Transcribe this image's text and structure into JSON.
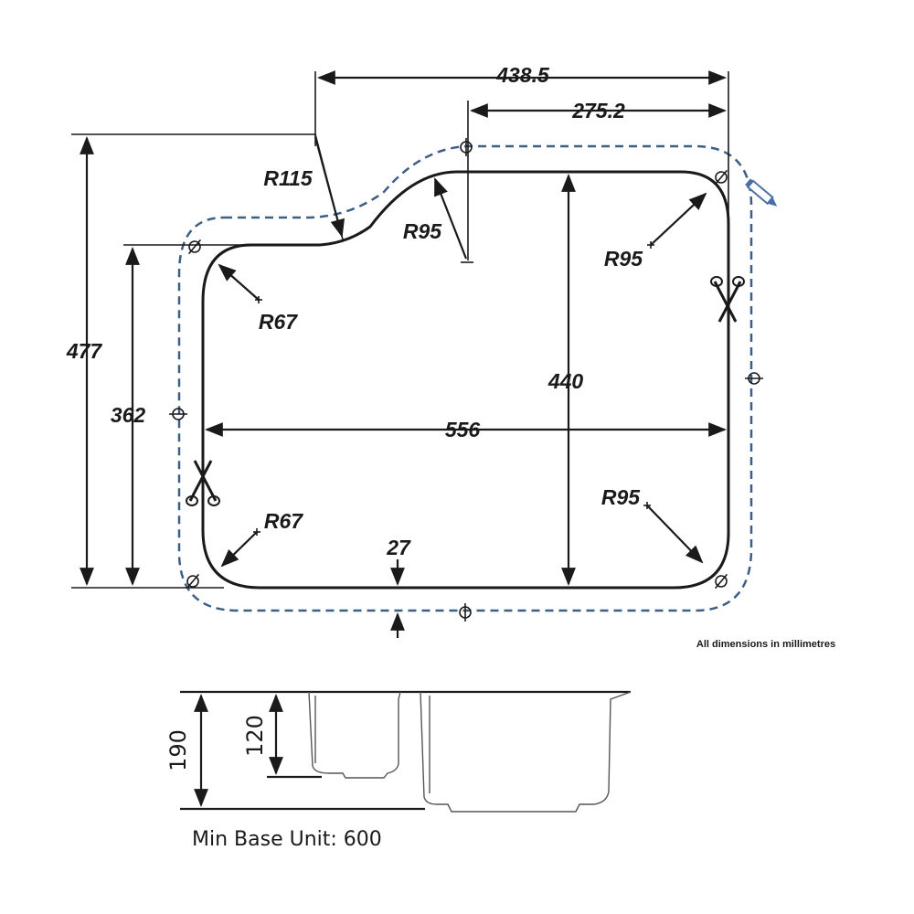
{
  "dimensions": {
    "top_width": "438.5",
    "top_offset": "275.2",
    "radius_large_corner": "R115",
    "radius_inner_step": "R95",
    "radius_top_right": "R95",
    "radius_top_left": "R67",
    "radius_bottom_left": "R67",
    "radius_bottom_right": "R95",
    "overall_height": "477",
    "left_height": "362",
    "inner_height": "440",
    "bowl_width": "556",
    "margin": "27"
  },
  "note": "All dimensions in millimetres",
  "section": {
    "overall_depth": "190",
    "small_bowl_depth": "120",
    "min_base_unit": "Min Base Unit: 600"
  },
  "colors": {
    "outline": "#1a1a1a",
    "cutout": "#3d5f86",
    "pencil": "#4a6fa5"
  },
  "icons": [
    "scissors-icon",
    "scissors-icon",
    "pencil-icon",
    "fixing-point-icon"
  ]
}
